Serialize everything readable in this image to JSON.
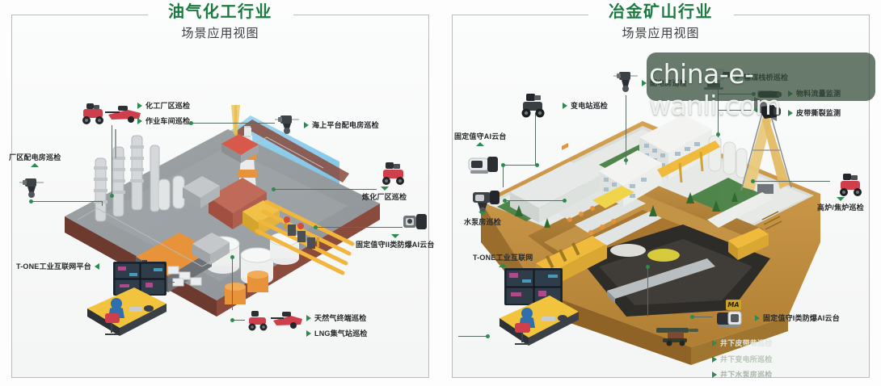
{
  "panels": [
    {
      "id": "oil-gas-chemical",
      "title": "油气化工行业",
      "subtitle": "场景应用视图",
      "accent": "#1b7a40",
      "callouts": [
        {
          "key": "chem_plant",
          "label": "化工厂区巡检",
          "marker": "right"
        },
        {
          "key": "workshop",
          "label": "作业车间巡检",
          "marker": "right"
        },
        {
          "key": "offshore",
          "label": "海上平台配电房巡检",
          "marker": "right"
        },
        {
          "key": "plant_power",
          "label": "厂区配电房巡检",
          "marker": "up"
        },
        {
          "key": "refinery",
          "label": "炼化厂区巡检",
          "marker": "down"
        },
        {
          "key": "fixed_ai_ii",
          "label": "固定值守II类防爆AI云台",
          "marker": "down"
        },
        {
          "key": "tone_platform",
          "label": "T-ONE工业互联网平台",
          "marker": "left"
        },
        {
          "key": "gas_terminal",
          "label": "天然气终端巡检",
          "marker": "right"
        },
        {
          "key": "lng_station",
          "label": "LNG集气站巡检",
          "marker": "right"
        }
      ]
    },
    {
      "id": "metallurgy-mining",
      "title": "冶金矿山行业",
      "subtitle": "场景应用视图",
      "accent": "#1b7a40",
      "callouts": [
        {
          "key": "substation",
          "label": "变电站巡检",
          "marker": "right"
        },
        {
          "key": "power_room",
          "label": "配电房巡检",
          "marker": "right"
        },
        {
          "key": "coal_bridge",
          "label": "输煤栈桥巡检",
          "marker": "right"
        },
        {
          "key": "material_flow",
          "label": "物料流量监测",
          "marker": "right"
        },
        {
          "key": "belt_tear",
          "label": "皮带撕裂监测",
          "marker": "right"
        },
        {
          "key": "fixed_ai",
          "label": "固定值守AI云台",
          "marker": "up"
        },
        {
          "key": "pump_room",
          "label": "水泵房巡检",
          "marker": "down"
        },
        {
          "key": "blast_furnace",
          "label": "高炉/焦炉巡检",
          "marker": "down"
        },
        {
          "key": "tone_platform",
          "label": "T-ONE工业互联网",
          "marker": "up"
        },
        {
          "key": "fixed_ai_i",
          "label": "固定值守I类防爆AI云台",
          "marker": "right",
          "badge": "MA"
        },
        {
          "key": "belt_tunnel",
          "label": "井下皮带巷巡检",
          "marker": "right"
        },
        {
          "key": "underground_sub",
          "label": "井下变电所巡检",
          "marker": "right"
        },
        {
          "key": "underground_3",
          "label": "井下水泵房巡检",
          "marker": "right"
        }
      ]
    }
  ],
  "watermark": {
    "text": "china-e-wanli.com"
  }
}
